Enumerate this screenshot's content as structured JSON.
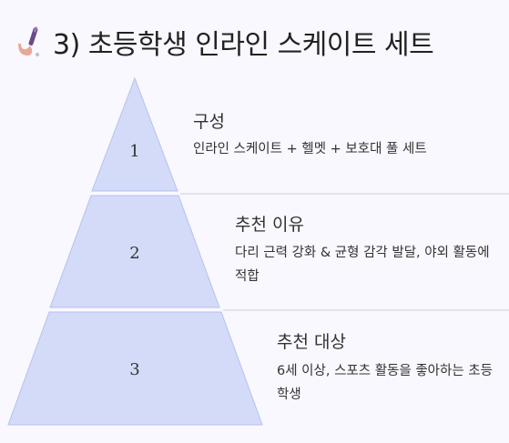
{
  "title": {
    "icon": "roller-skate-brush-icon",
    "text": "3) 초등학생 인라인 스케이트 세트"
  },
  "pyramid": {
    "fill_color": "#d3dbf8",
    "stroke_color": "#b6c2ee",
    "divider_color": "#d9dce8",
    "tiers": [
      {
        "number": "1",
        "heading": "구성",
        "description": "인라인 스케이트 + 헬멧 + 보호대 풀 세트"
      },
      {
        "number": "2",
        "heading": "추천 이유",
        "description": "다리 근력 강화 & 균형 감각 발달, 야외 활동에 적합"
      },
      {
        "number": "3",
        "heading": "추천 대상",
        "description": "6세 이상, 스포츠 활동을 좋아하는 초등학생"
      }
    ]
  }
}
